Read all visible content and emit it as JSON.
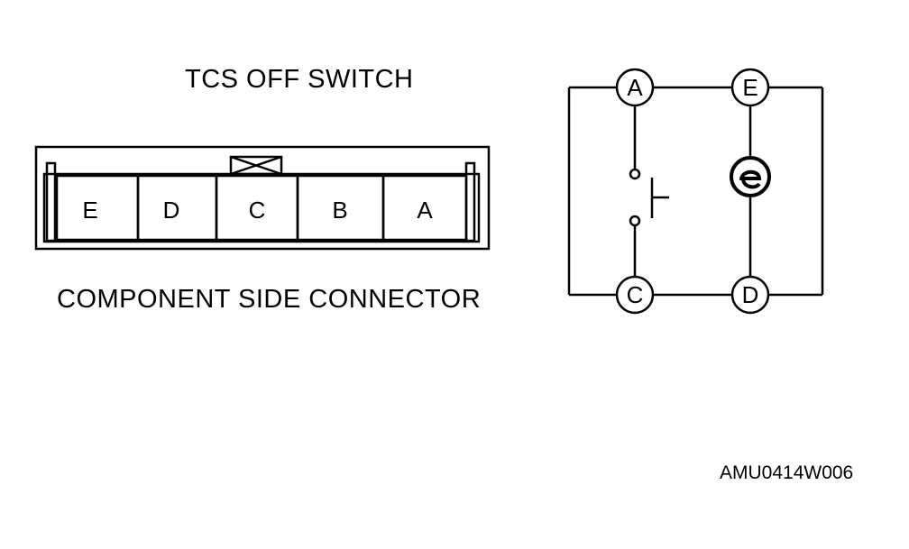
{
  "title": "TCS OFF SWITCH",
  "subtitle": "COMPONENT SIDE CONNECTOR",
  "reference_code": "AMU0414W006",
  "connector": {
    "pins": [
      "E",
      "D",
      "C",
      "B",
      "A"
    ]
  },
  "circuit": {
    "nodes": {
      "a": "A",
      "e": "E",
      "c": "C",
      "d": "D"
    }
  }
}
